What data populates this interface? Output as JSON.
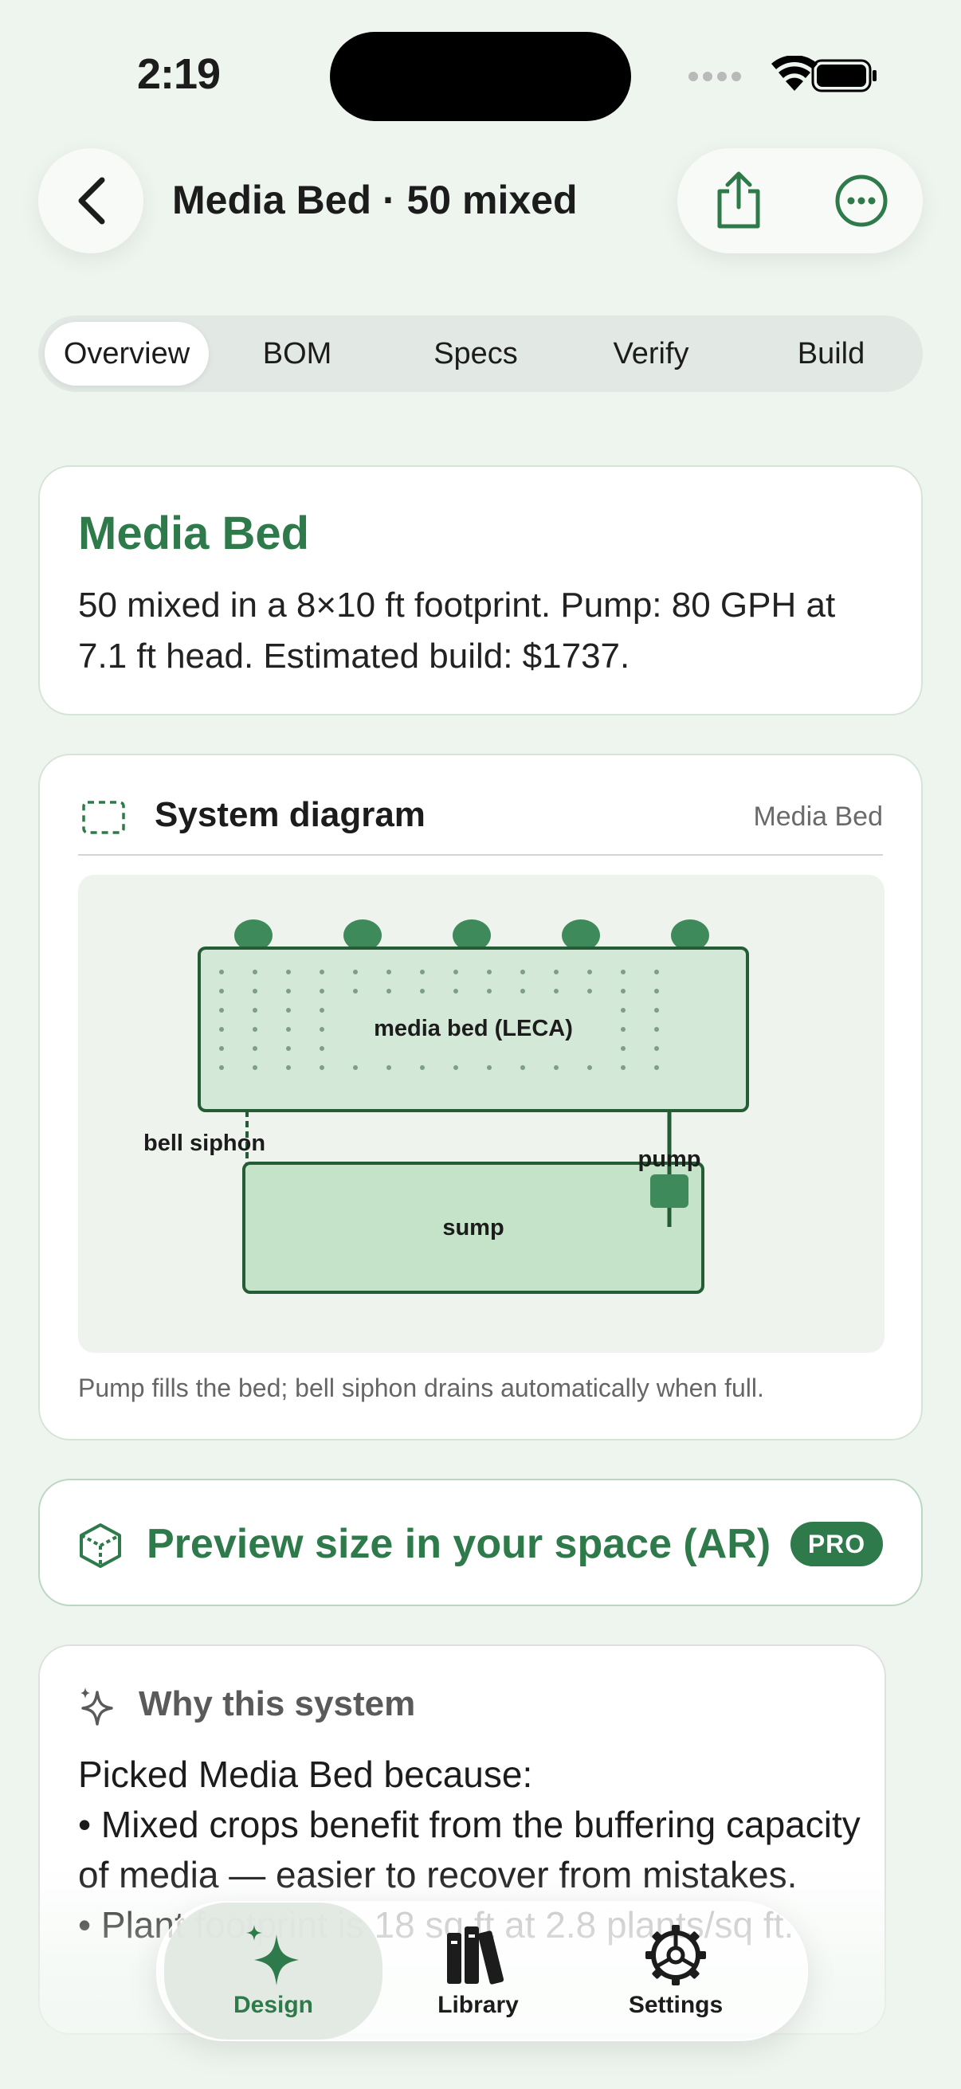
{
  "status_bar": {
    "time": "2:19"
  },
  "header": {
    "title": "Media Bed · 50 mixed"
  },
  "tabs": [
    {
      "label": "Overview",
      "active": true
    },
    {
      "label": "BOM",
      "active": false
    },
    {
      "label": "Specs",
      "active": false
    },
    {
      "label": "Verify",
      "active": false
    },
    {
      "label": "Build",
      "active": false
    }
  ],
  "summary": {
    "title": "Media Bed",
    "text": "50 mixed in a 8×10 ft footprint. Pump: 80 GPH at 7.1 ft head. Estimated build: $1737."
  },
  "diagram": {
    "title": "System diagram",
    "system_type": "Media Bed",
    "labels": {
      "media_bed": "media bed (LECA)",
      "bell_siphon": "bell siphon",
      "pump": "pump",
      "sump": "sump"
    },
    "caption": "Pump fills the bed; bell siphon drains automatically when full."
  },
  "ar": {
    "label": "Preview size in your space (AR)",
    "badge": "PRO"
  },
  "why": {
    "title": "Why this system",
    "body": "Picked Media Bed because:\n• Mixed crops benefit from the buffering capacity of media — easier to recover from mistakes.\n• Plant footprint is 18 sq ft at 2.8 plants/sq ft."
  },
  "tabbar": {
    "items": [
      {
        "label": "Design",
        "icon": "sparkles-icon",
        "active": true
      },
      {
        "label": "Library",
        "icon": "books-icon",
        "active": false
      },
      {
        "label": "Settings",
        "icon": "gear-icon",
        "active": false
      }
    ]
  },
  "colors": {
    "accent": "#2e7a4a",
    "background": "#eef5ef",
    "card": "#ffffff"
  }
}
